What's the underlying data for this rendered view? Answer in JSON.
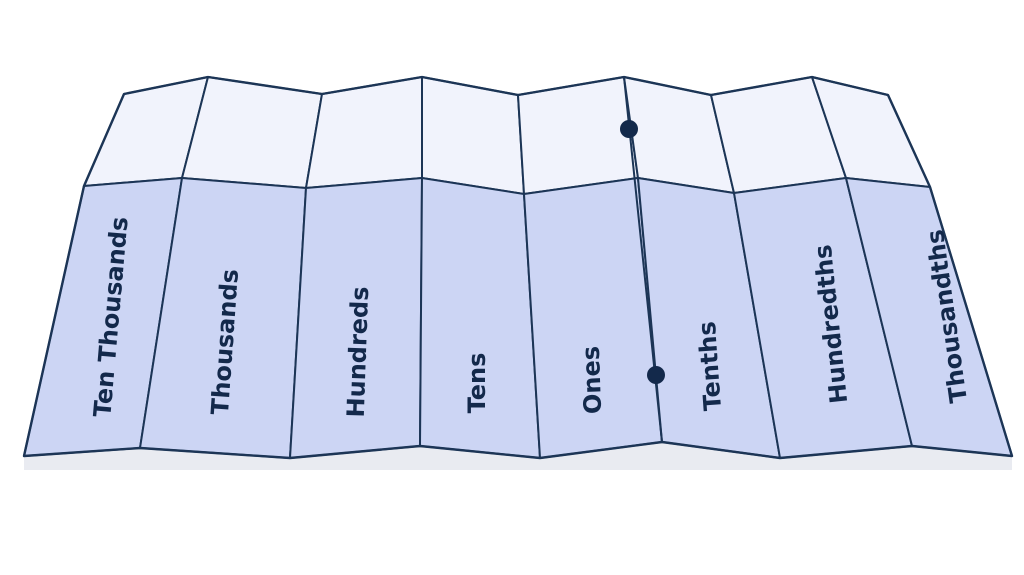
{
  "diagram": {
    "place_values": [
      "Ten Thousands",
      "Thousands",
      "Hundreds",
      "Tens",
      "Ones",
      "Tenths",
      "Hundredths",
      "Thousandths"
    ],
    "colors": {
      "front_panel": "#ccd5f4",
      "back_panel": "#f1f3fc",
      "outline": "#1c3556",
      "text": "#13294b"
    }
  }
}
